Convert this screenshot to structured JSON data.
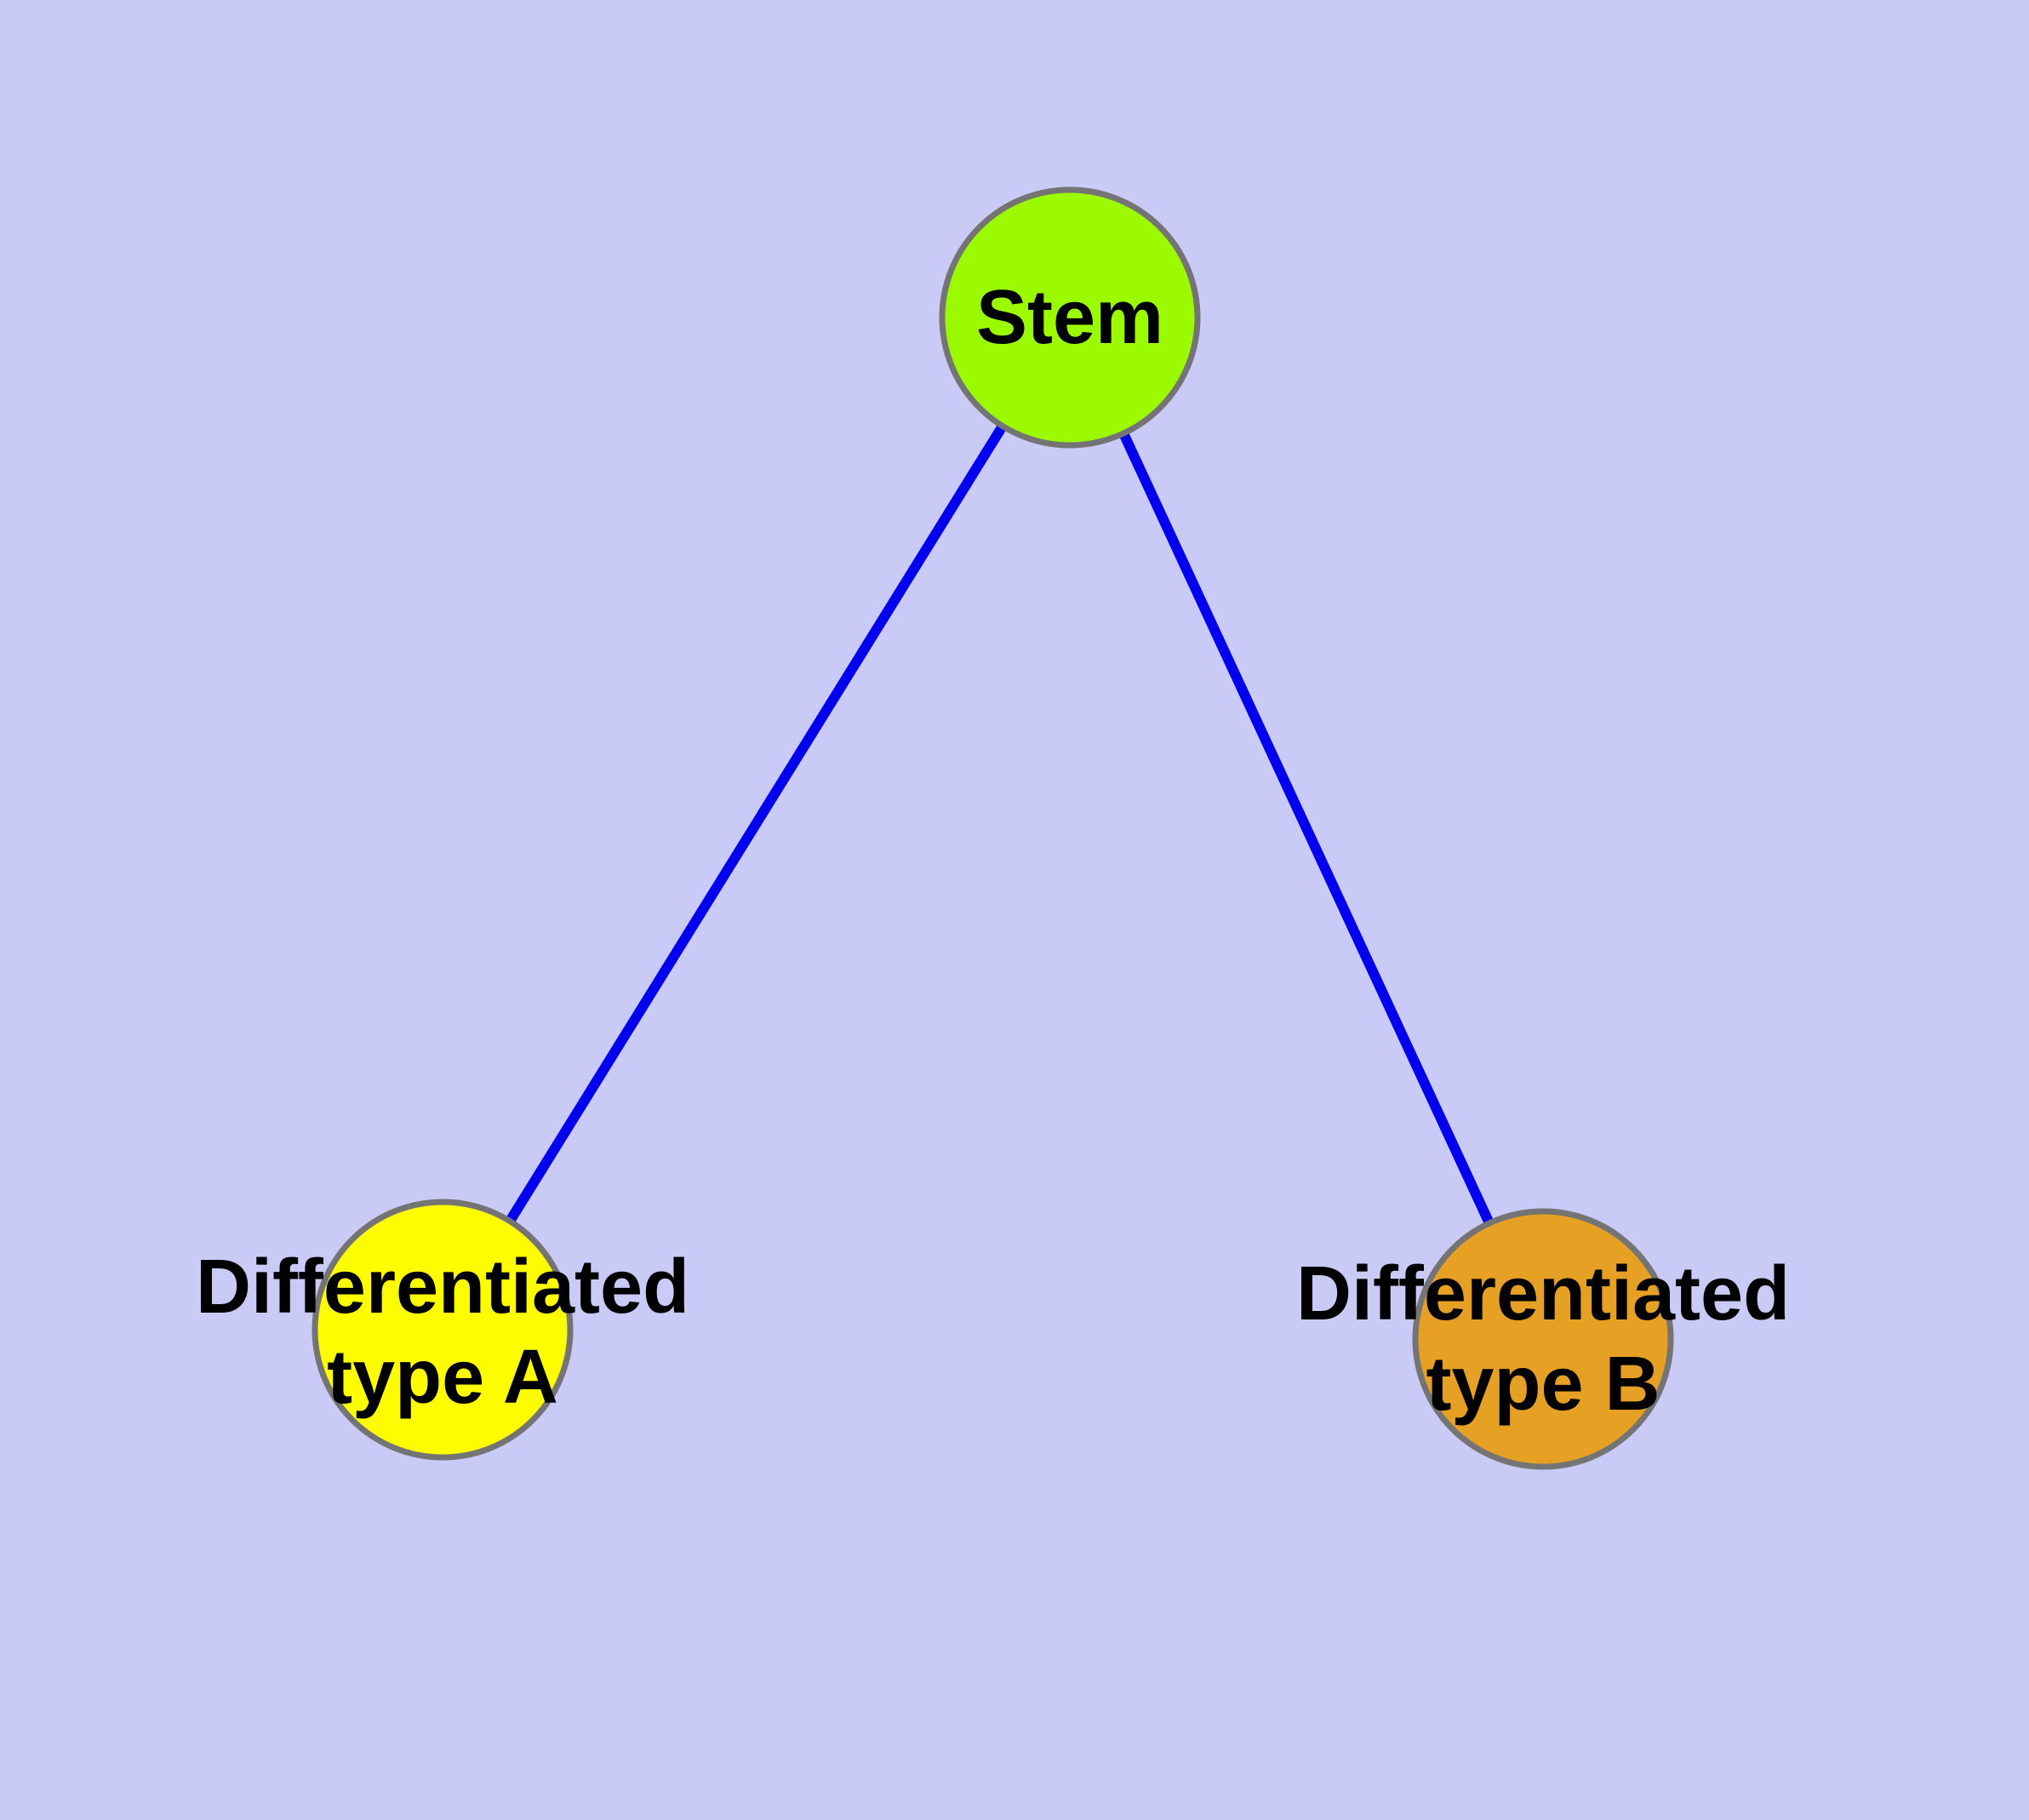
{
  "diagram": {
    "type": "graph",
    "background_color": "#cacaf6",
    "edge_color": "#0000ee",
    "node_border_color": "#747474",
    "label_text_color": "#000000",
    "nodes": [
      {
        "id": "stem",
        "label": "Stem",
        "fill": "#9bfa00"
      },
      {
        "id": "differentiated-type-a",
        "label": "Differentiated\ntype A",
        "fill": "#fdfd00"
      },
      {
        "id": "differentiated-type-b",
        "label": "Differentiated\ntype B",
        "fill": "#e6a124"
      }
    ],
    "edges": [
      {
        "from": "Stem",
        "to": "Differentiated type A"
      },
      {
        "from": "Stem",
        "to": "Differentiated type B"
      }
    ]
  }
}
